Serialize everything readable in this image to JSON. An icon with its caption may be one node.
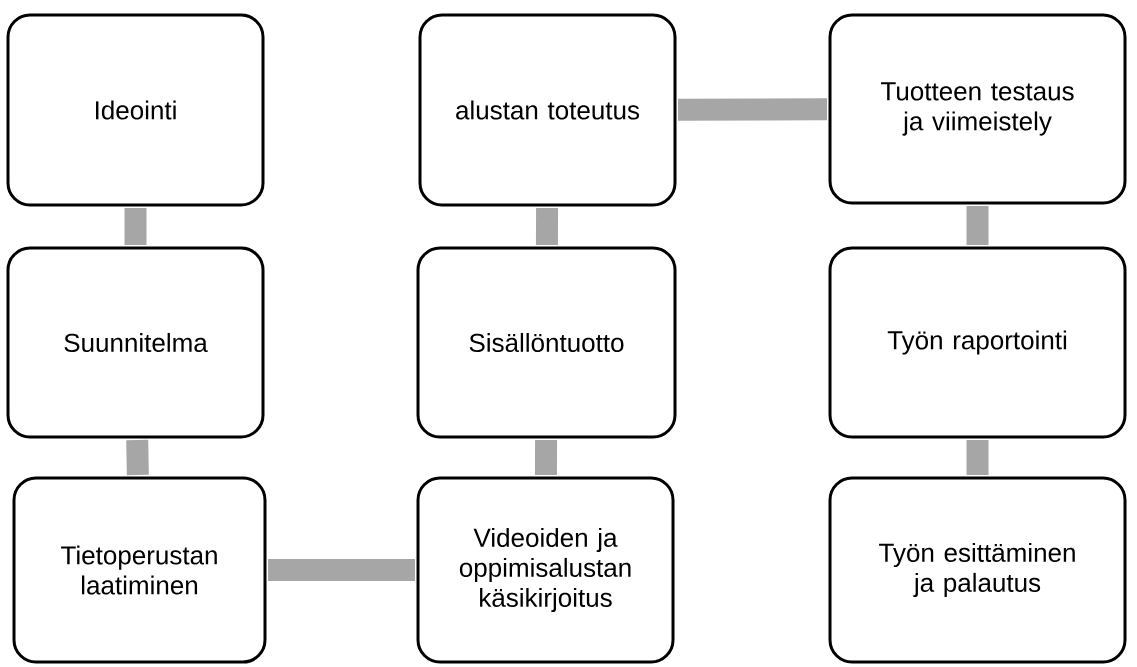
{
  "diagram": {
    "nodes": [
      {
        "text": [
          "Ideointi"
        ]
      },
      {
        "text": [
          "Suunnitelma"
        ]
      },
      {
        "text": [
          "Tietoperustan laatiminen"
        ]
      },
      {
        "text": [
          "Videoiden ja oppimisalustan käsikirjoitus"
        ]
      },
      {
        "text": [
          "Sisällöntuotto"
        ]
      },
      {
        "text": [
          "alustan toteutus"
        ]
      },
      {
        "text": [
          "Tuotteen testaus ja viimeistely"
        ]
      },
      {
        "text": [
          "Työn raportointi"
        ]
      },
      {
        "text": [
          "Työn esittäminen ja palautus"
        ]
      }
    ],
    "edges": [
      {
        "from": 0,
        "to": 1,
        "arrow": "none"
      },
      {
        "from": 1,
        "to": 2,
        "arrow": "none"
      },
      {
        "from": 2,
        "to": 3,
        "arrow": "none"
      },
      {
        "from": 3,
        "to": 4,
        "arrow": "none"
      },
      {
        "from": 4,
        "to": 5,
        "arrow": "none"
      },
      {
        "from": 5,
        "to": 6,
        "arrow": "none"
      },
      {
        "from": 6,
        "to": 7,
        "arrow": "none"
      },
      {
        "from": 7,
        "to": 8,
        "arrow": "none"
      }
    ]
  }
}
